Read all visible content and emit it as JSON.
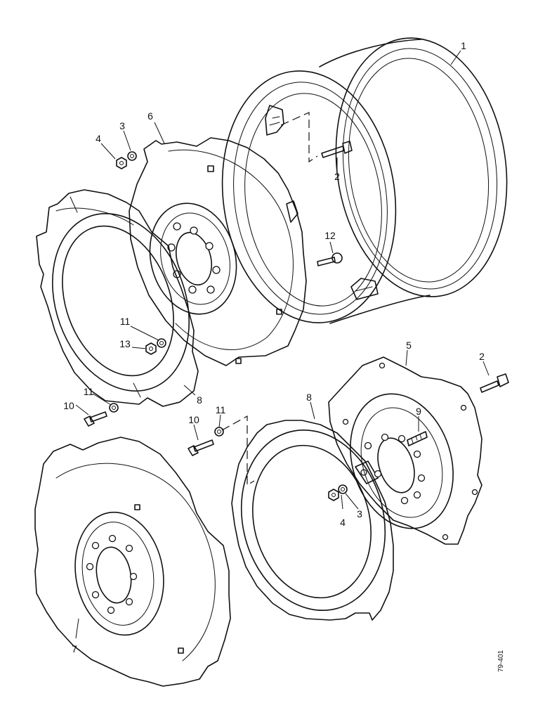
{
  "diagram": {
    "reference_code": "79-401",
    "callouts": [
      {
        "id": "c1",
        "text": "1"
      },
      {
        "id": "c2a",
        "text": "2"
      },
      {
        "id": "c2b",
        "text": "2"
      },
      {
        "id": "c3a",
        "text": "3"
      },
      {
        "id": "c3b",
        "text": "3"
      },
      {
        "id": "c4a",
        "text": "4"
      },
      {
        "id": "c4b",
        "text": "4"
      },
      {
        "id": "c5",
        "text": "5"
      },
      {
        "id": "c6",
        "text": "6"
      },
      {
        "id": "c7",
        "text": "7"
      },
      {
        "id": "c8a",
        "text": "8"
      },
      {
        "id": "c8b",
        "text": "8"
      },
      {
        "id": "c9",
        "text": "9"
      },
      {
        "id": "c10a",
        "text": "10"
      },
      {
        "id": "c10b",
        "text": "10"
      },
      {
        "id": "c11a",
        "text": "11"
      },
      {
        "id": "c11b",
        "text": "11"
      },
      {
        "id": "c11c",
        "text": "11"
      },
      {
        "id": "c12",
        "text": "12"
      },
      {
        "id": "c13",
        "text": "13"
      }
    ]
  }
}
